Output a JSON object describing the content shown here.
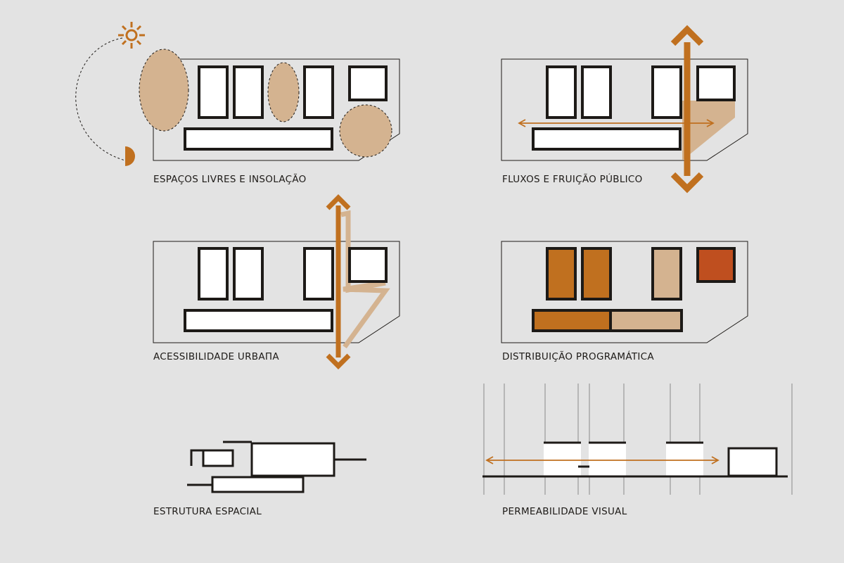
{
  "captions": {
    "espacos": "ESPAÇOS LIVRES E INSOLAÇÃO",
    "fluxos": "FLUXOS E FRUIÇÃO PÚBLICO",
    "acessibilidade": "ACESSIBILIDADE URBAПA",
    "distribuicao": "DISTRIBUIÇÃO PROGRAMÁTICA",
    "estrutura": "ESTRUTURA ESPACIAL",
    "permeabilidade": "PERMEABILIDADE VISUAL"
  },
  "colors": {
    "background": "#e3e3e3",
    "line": "#1d1a17",
    "accent": "#c0701f",
    "accent_light": "#d4b390",
    "accent_dark": "#bf4f1f",
    "fill_white": "#ffffff"
  },
  "icons": {
    "sun": "sun-icon",
    "half_circle": "half-circle-icon"
  }
}
